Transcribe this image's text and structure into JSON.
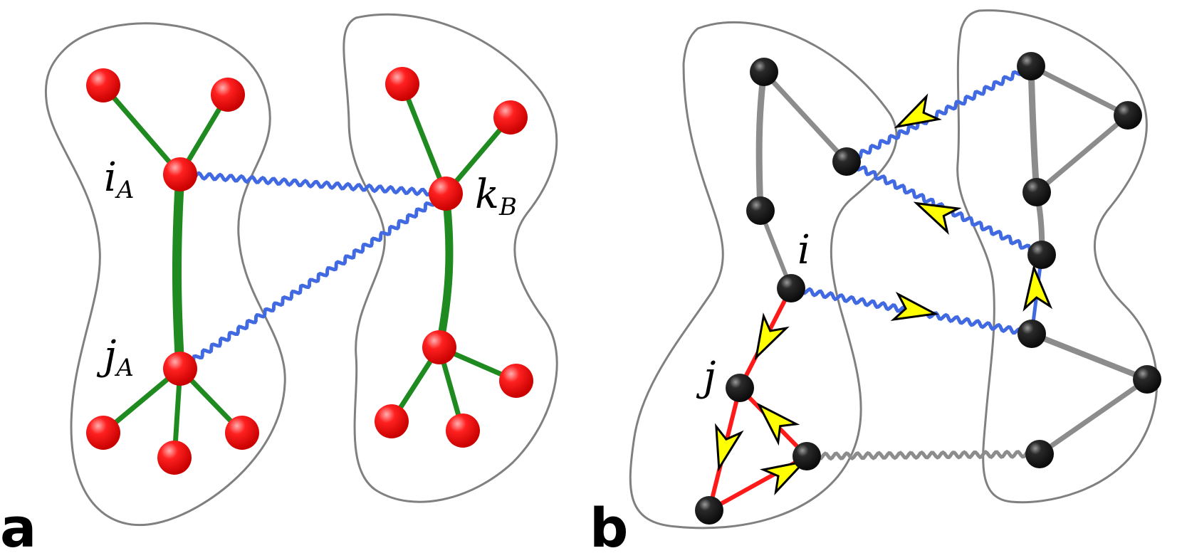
{
  "panels": [
    {
      "label": "a",
      "node_labels": [
        {
          "main": "i",
          "sub": "A"
        },
        {
          "main": "j",
          "sub": "A"
        },
        {
          "main": "k",
          "sub": "B"
        }
      ]
    },
    {
      "label": "b",
      "node_labels": [
        {
          "main": "i",
          "sub": ""
        },
        {
          "main": "j",
          "sub": ""
        }
      ]
    }
  ],
  "colors": {
    "outline": "#808080",
    "red_node": "#ff0000",
    "black_node": "#1e1e1e",
    "tree_edge": "#1f8a1f",
    "wavy_link": "#4169e1",
    "gray_edge": "#8c8c8c",
    "cycle_edge": "#ff1a1a",
    "arrow_fill": "#ffff00"
  }
}
